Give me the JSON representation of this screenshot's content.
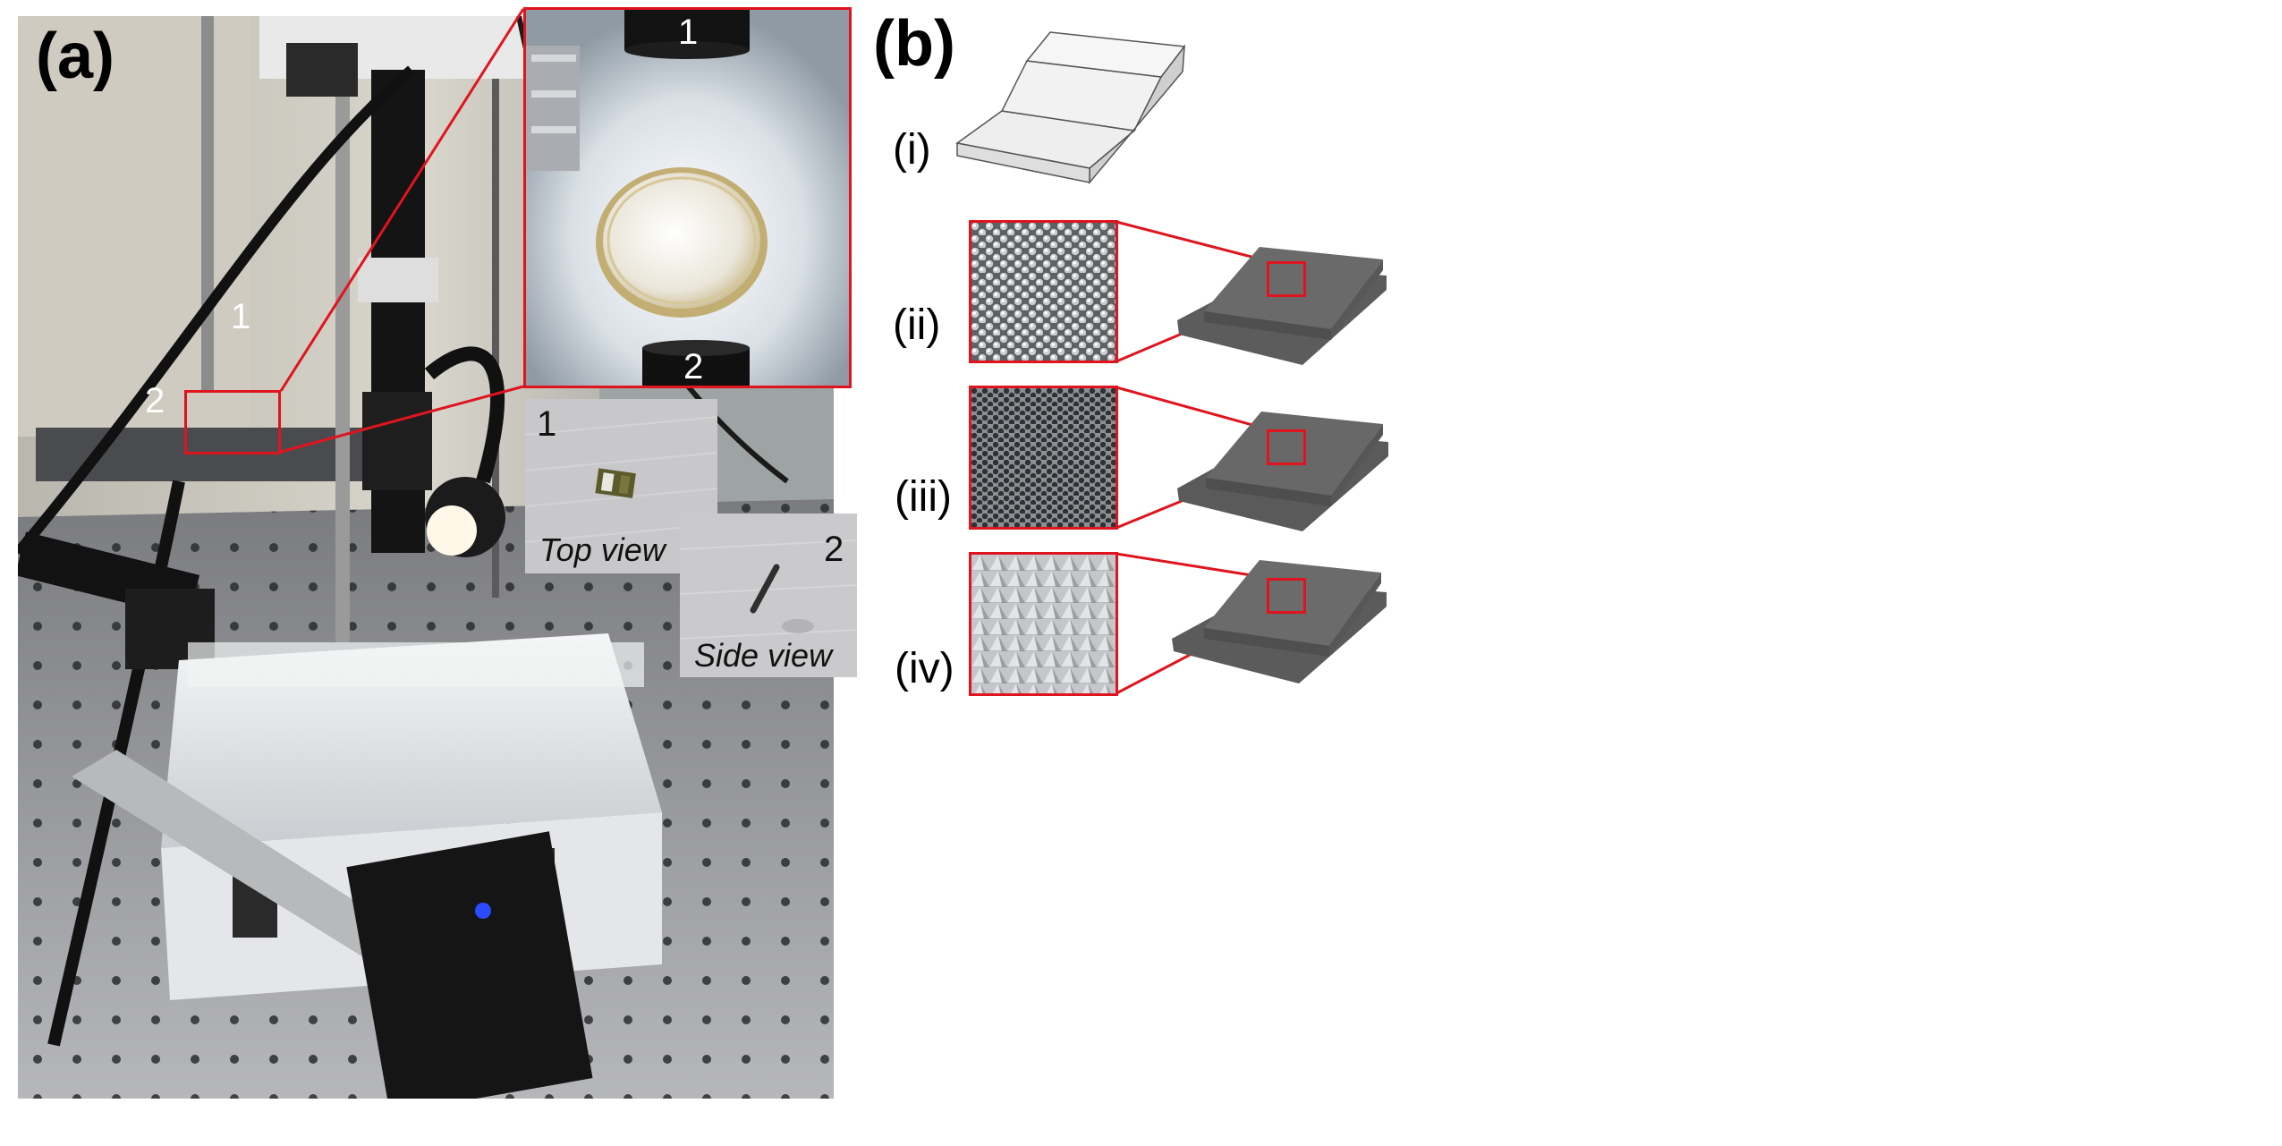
{
  "panel_a": {
    "label": "(a)",
    "setup_marker_1": "1",
    "setup_marker_2": "2",
    "inset_marker_1": "1",
    "inset_marker_2": "2",
    "top_view": {
      "number": "1",
      "caption": "Top view"
    },
    "side_view": {
      "number": "2",
      "caption": "Side view"
    }
  },
  "panel_b": {
    "label": "(b)",
    "items": [
      {
        "label": "(i)"
      },
      {
        "label": "(ii)"
      },
      {
        "label": "(iii)"
      },
      {
        "label": "(iv)"
      }
    ]
  },
  "colors": {
    "frame": "#e0141e"
  }
}
